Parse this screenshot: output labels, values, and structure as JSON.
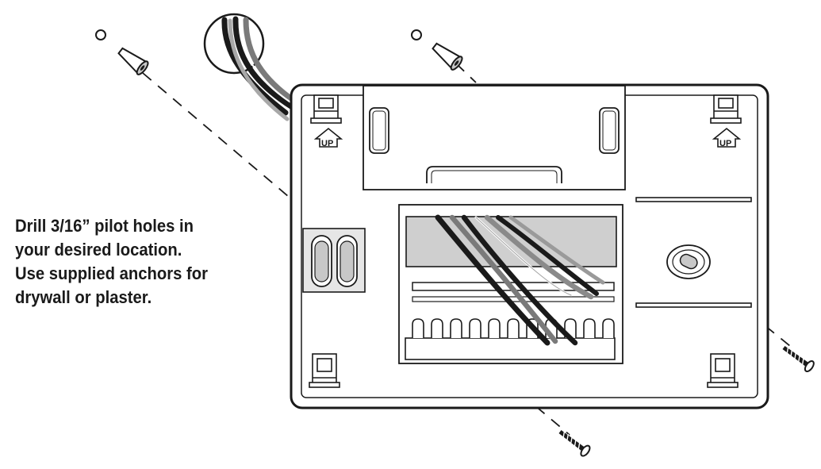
{
  "instruction": {
    "lines": [
      "Drill 3/16” pilot holes in",
      "your desired location.",
      "Use supplied anchors for",
      "drywall or plaster."
    ]
  },
  "up_marker_text": "UP",
  "colors": {
    "line": "#1a1a1a",
    "fill_gray": "#c8c8c8",
    "fill_light": "#e6e6e6",
    "background": "#ffffff"
  }
}
